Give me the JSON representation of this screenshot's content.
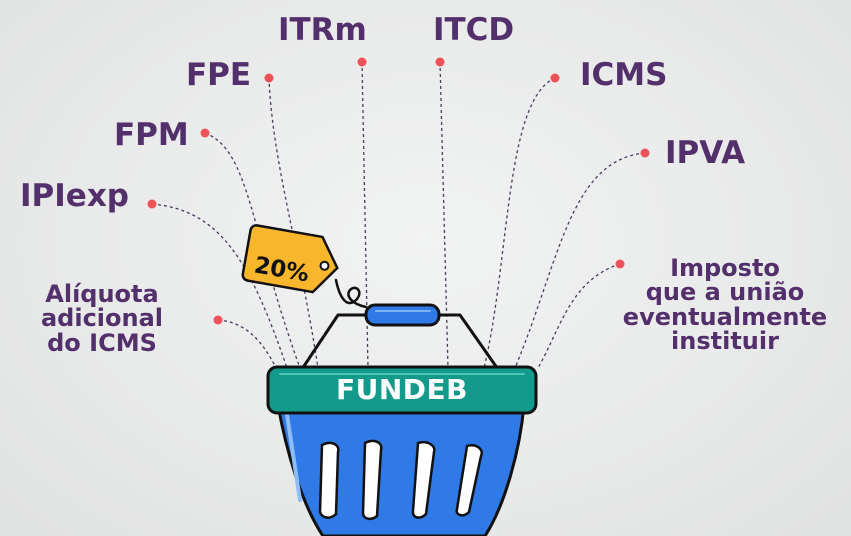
{
  "center": {
    "label": "FUNDEB",
    "tag": "20%"
  },
  "sources": [
    {
      "id": "itrm",
      "label": "ITRm"
    },
    {
      "id": "itcd",
      "label": "ITCD"
    },
    {
      "id": "fpe",
      "label": "FPE"
    },
    {
      "id": "icms",
      "label": "ICMS"
    },
    {
      "id": "fpm",
      "label": "FPM"
    },
    {
      "id": "ipva",
      "label": "IPVA"
    },
    {
      "id": "ipiexp",
      "label": "IPIexp"
    },
    {
      "id": "aliquota",
      "lines": [
        "Alíquota",
        "adicional",
        "do ICMS"
      ]
    },
    {
      "id": "imposto",
      "lines": [
        "Imposto",
        "que a união",
        "eventualmente",
        "instituir"
      ]
    }
  ],
  "colors": {
    "text": "#532f6b",
    "dot": "#f0525a",
    "line": "#4b3a5f",
    "basket": "#2f7ae6",
    "rim": "#149a8a",
    "tag": "#f8b62c"
  }
}
